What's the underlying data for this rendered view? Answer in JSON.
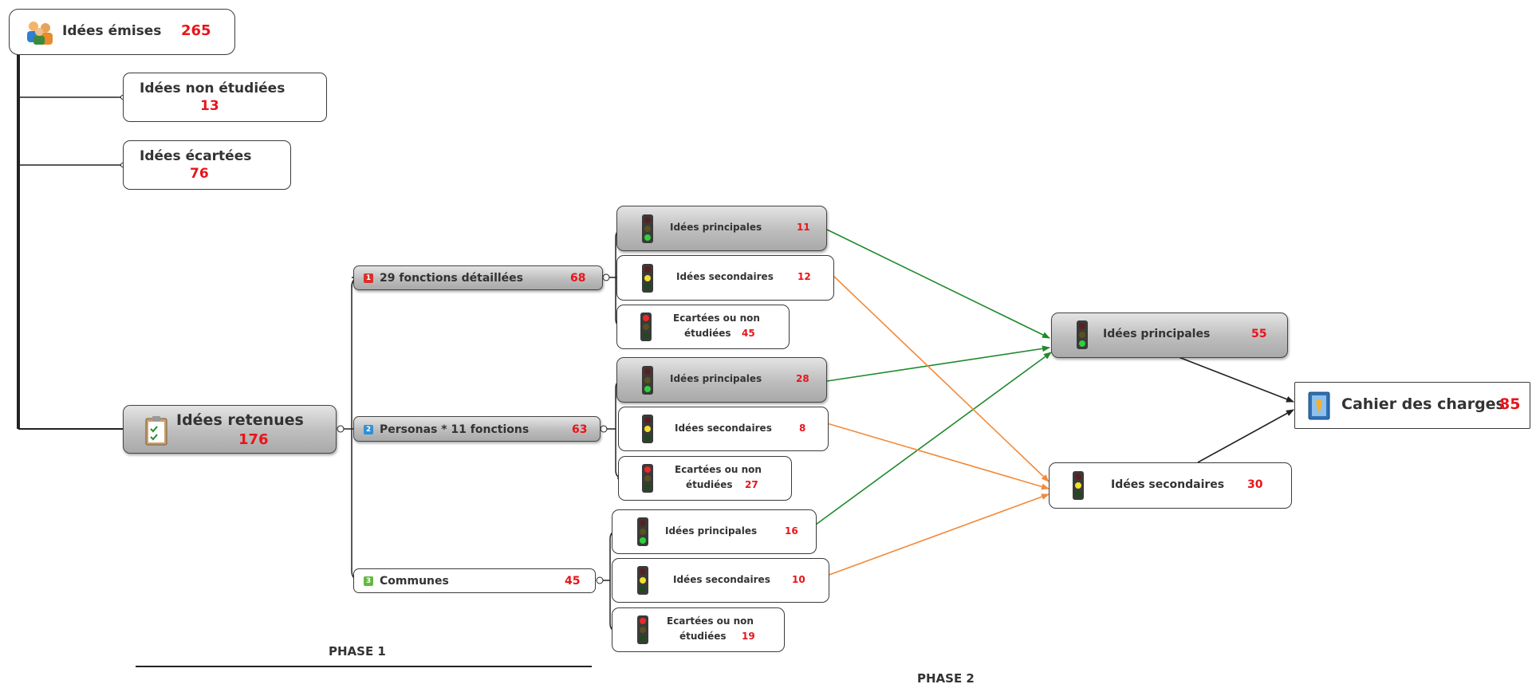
{
  "root": {
    "label": "Idées émises",
    "count": "265",
    "icon": "users-icon"
  },
  "non_etudiees": {
    "label": "Idées non étudiées",
    "count": "13"
  },
  "ecartees": {
    "label": "Idées écartées",
    "count": "76"
  },
  "retenues": {
    "label": "Idées retenues",
    "count": "176",
    "icon": "clipboard-checklist-icon"
  },
  "groups": [
    {
      "badge": "1",
      "label": "29 fonctions détaillées",
      "count": "68",
      "badge_color": "#d9302b"
    },
    {
      "badge": "2",
      "label": "Personas * 11 fonctions",
      "count": "63",
      "badge_color": "#2f8fd8"
    },
    {
      "badge": "3",
      "label": "Communes",
      "count": "45",
      "badge_color": "#62b842"
    }
  ],
  "g1": {
    "principales": {
      "label": "Idées principales",
      "count": "11"
    },
    "secondaires": {
      "label": "Idées secondaires",
      "count": "12"
    },
    "ecartees": {
      "line1": "Ecartées ou non",
      "line2": "étudiées",
      "count": "45"
    }
  },
  "g2": {
    "principales": {
      "label": "Idées principales",
      "count": "28"
    },
    "secondaires": {
      "label": "Idées secondaires",
      "count": "8"
    },
    "ecartees": {
      "line1": "Ecartées ou non",
      "line2": "étudiées",
      "count": "27"
    }
  },
  "g3": {
    "principales": {
      "label": "Idées principales",
      "count": "16"
    },
    "secondaires": {
      "label": "Idées secondaires",
      "count": "10"
    },
    "ecartees": {
      "line1": "Ecartées ou non",
      "line2": "étudiées",
      "count": "19"
    }
  },
  "phase2": {
    "principales": {
      "label": "Idées principales",
      "count": "55"
    },
    "secondaires": {
      "label": "Idées secondaires",
      "count": "30"
    },
    "cahier": {
      "label": "Cahier des charges",
      "count": "85",
      "icon": "specification-book-icon"
    }
  },
  "phase_labels": {
    "phase1": "PHASE 1",
    "phase2": "PHASE 2"
  },
  "colors": {
    "count": "#e8141b",
    "green_arrow": "#1f8a2c",
    "orange_arrow": "#f28a3a",
    "black_arrow": "#222222"
  }
}
